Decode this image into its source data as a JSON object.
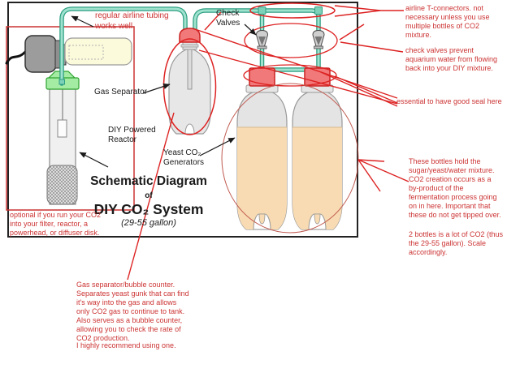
{
  "title": {
    "line1": "Schematic Diagram",
    "line2": "of",
    "line3": "DIY CO₂ System",
    "line4": "(29-55 gallon)"
  },
  "labels": {
    "tubing_note": "regular airline tubing\nworks well",
    "check_valves": "Check\nValves",
    "gas_separator": "Gas Separator",
    "diy_reactor": "DIY Powered\nReactor",
    "yeast_generators": "Yeast CO₂\nGenerators"
  },
  "annotations": {
    "t_connectors": "airline T-connectors.  not\nnecessary unless you use\nmultiple bottles of CO2\nmixture.",
    "check_valves_note": "check valves prevent\naquarium water from flowing\nback into your DIY mixture.",
    "seal_note": "essential to have good seal here",
    "bottles_note": "These bottles hold the\nsugar/yeast/water mixture.\nCO2 creation occurs as a\nby-product of the\nfermentation process going\non in here.  Important that\nthese do not get tipped over.",
    "scale_note": "2 bottles is a lot of CO2 (thus\nthe 29-55 gallon).  Scale\naccordingly.",
    "separator_note": "Gas separator/bubble counter.\nSeparates yeast gunk that can find\nit's way into the gas and allows\nonly CO2 gas to continue to tank.\nAlso serves as a bubble counter,\nallowing you to check the rate of\nCO2 production.",
    "recommend_note": "I highly recommend using one.",
    "optional_note": "optional if you run your CO2\ninto your filter, reactor, a\npowerhead, or diffuser disk."
  },
  "colors": {
    "annotation_red": "#CC3333",
    "tube_fill": "#9FE3CF",
    "tube_edge": "#2E9E82",
    "cap_red": "#F27979",
    "cap_edge": "#CC2222",
    "liquid_peach": "#F8DBB2",
    "bottle_gray": "#E4E4E4",
    "reactor_green": "#A4ECA4",
    "label_black": "#1A1A1A"
  }
}
